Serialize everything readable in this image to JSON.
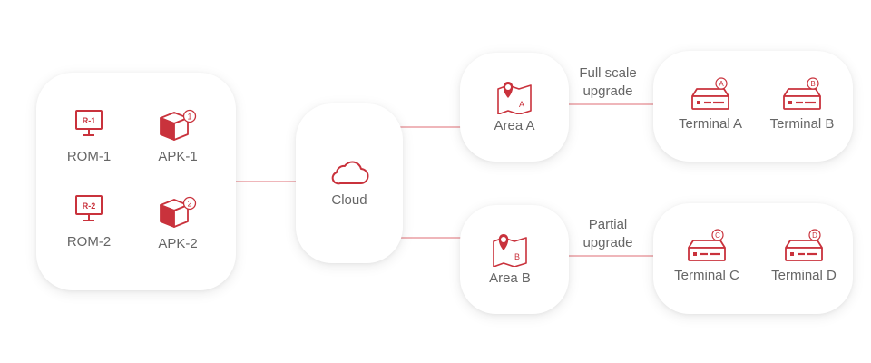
{
  "colors": {
    "accent": "#d9323d",
    "accent_light": "#e58a90",
    "icon_fill": "#c9323c",
    "text": "#666666"
  },
  "source_group": {
    "items": [
      {
        "label": "ROM-1",
        "badge": "R-1",
        "icon": "monitor-icon"
      },
      {
        "label": "APK-1",
        "badge": "1",
        "icon": "package-box-icon"
      },
      {
        "label": "ROM-2",
        "badge": "R-2",
        "icon": "monitor-icon"
      },
      {
        "label": "APK-2",
        "badge": "2",
        "icon": "package-box-icon"
      }
    ]
  },
  "cloud": {
    "label": "Cloud",
    "icon": "cloud-icon"
  },
  "areas": [
    {
      "label": "Area A",
      "badge": "A",
      "icon": "map-pin-icon"
    },
    {
      "label": "Area B",
      "badge": "B",
      "icon": "map-pin-icon"
    }
  ],
  "edges": {
    "upgrade_a": {
      "line1": "Full scale",
      "line2": "upgrade"
    },
    "upgrade_b": {
      "line1": "Partial",
      "line2": "upgrade"
    }
  },
  "terminal_groups": [
    {
      "items": [
        {
          "label": "Terminal A",
          "badge": "A",
          "icon": "terminal-device-icon"
        },
        {
          "label": "Terminal B",
          "badge": "B",
          "icon": "terminal-device-icon"
        }
      ]
    },
    {
      "items": [
        {
          "label": "Terminal C",
          "badge": "C",
          "icon": "terminal-device-icon"
        },
        {
          "label": "Terminal D",
          "badge": "D",
          "icon": "terminal-device-icon"
        }
      ]
    }
  ]
}
